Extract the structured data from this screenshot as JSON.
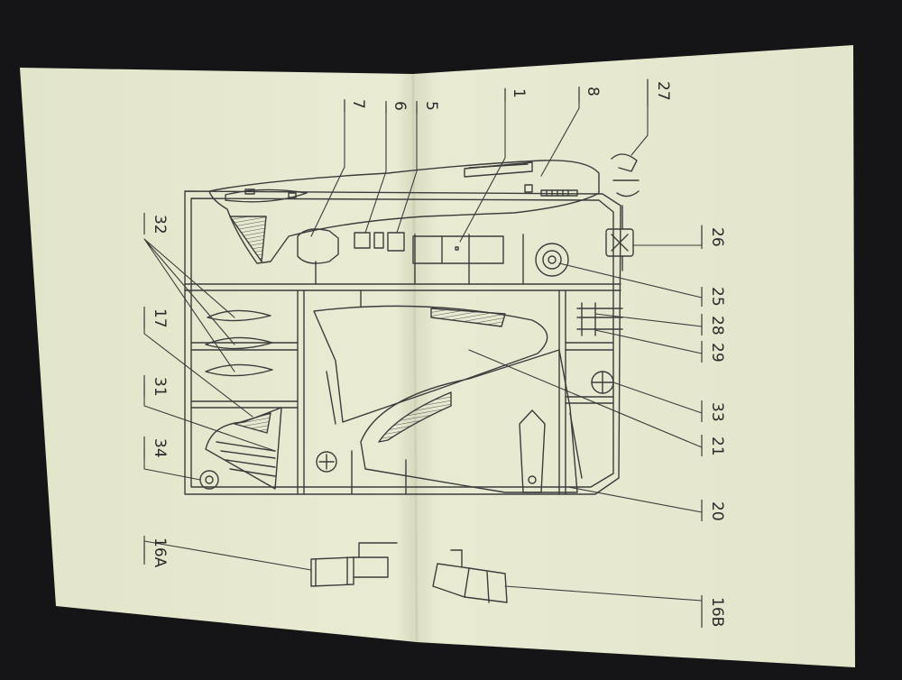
{
  "colors": {
    "background": "#151417",
    "paper": "#e6e8cf",
    "ink": "#3a3a3a"
  },
  "labels": [
    {
      "id": "27",
      "text": "27"
    },
    {
      "id": "8",
      "text": "8"
    },
    {
      "id": "1",
      "text": "1"
    },
    {
      "id": "5",
      "text": "5"
    },
    {
      "id": "6",
      "text": "6"
    },
    {
      "id": "7",
      "text": "7"
    },
    {
      "id": "26",
      "text": "26"
    },
    {
      "id": "25",
      "text": "25"
    },
    {
      "id": "28",
      "text": "28"
    },
    {
      "id": "29",
      "text": "29"
    },
    {
      "id": "33",
      "text": "33"
    },
    {
      "id": "21",
      "text": "21"
    },
    {
      "id": "20",
      "text": "20"
    },
    {
      "id": "16B",
      "text": "16B"
    },
    {
      "id": "16A",
      "text": "16A"
    },
    {
      "id": "34",
      "text": "34"
    },
    {
      "id": "31",
      "text": "31"
    },
    {
      "id": "17",
      "text": "17"
    },
    {
      "id": "32",
      "text": "32"
    }
  ]
}
